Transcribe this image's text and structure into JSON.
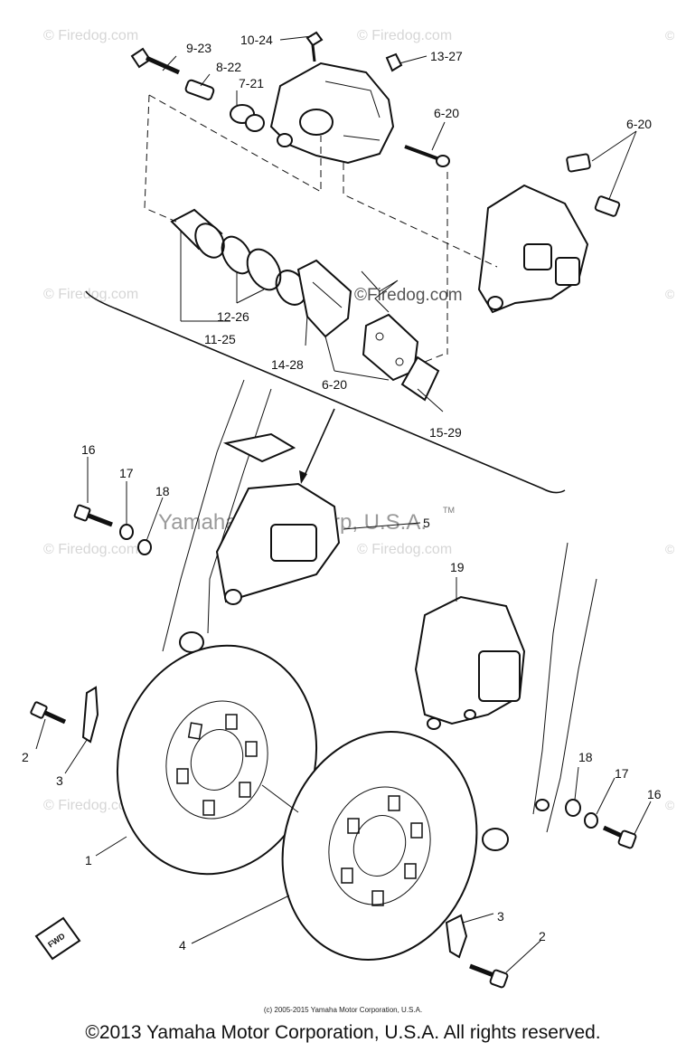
{
  "watermark": {
    "site": "© Firedog.com",
    "site_inline": "©Firedog.com",
    "maker": "Yamaha Motor Corp, U.S.A.",
    "tm": "TM"
  },
  "labels": {
    "p9_23": "9-23",
    "p10_24": "10-24",
    "p8_22": "8-22",
    "p7_21": "7-21",
    "p13_27": "13-27",
    "p6_20a": "6-20",
    "p6_20b": "6-20",
    "p6_20c": "6-20",
    "p12_26": "12-26",
    "p11_25": "11-25",
    "p14_28": "14-28",
    "p15_29": "15-29",
    "p16a": "16",
    "p17a": "17",
    "p18a": "18",
    "p5": "5",
    "p19": "19",
    "p2a": "2",
    "p3a": "3",
    "p1": "1",
    "p4": "4",
    "p18b": "18",
    "p17b": "17",
    "p16b": "16",
    "p3b": "3",
    "p2b": "2",
    "fwd": "FWD"
  },
  "footer": {
    "small_copyright": "(c) 2005-2015 Yamaha Motor Corporation, U.S.A.",
    "copyright": "©2013 Yamaha Motor Corporation, U.S.A. All rights reserved."
  }
}
